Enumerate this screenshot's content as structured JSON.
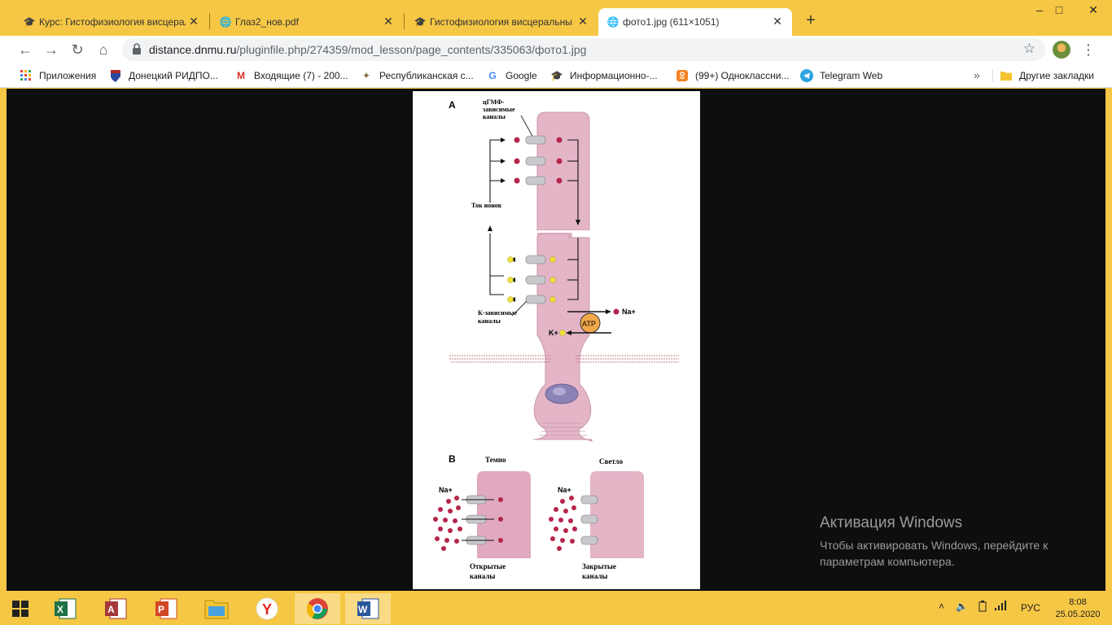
{
  "tabs": [
    {
      "title": "Курс: Гистофизиология висцерал",
      "favicon": "moodle-hat-icon"
    },
    {
      "title": "Глаз2_нов.pdf",
      "favicon": "globe-icon"
    },
    {
      "title": "Гистофизиология висцеральны",
      "favicon": "moodle-hat-icon"
    },
    {
      "title": "фото1.jpg (611×1051)",
      "favicon": "globe-icon"
    }
  ],
  "address": {
    "host": "distance.dnmu.ru",
    "path": "/pluginfile.php/274359/mod_lesson/page_contents/335063/фото1.jpg"
  },
  "bookmarks": [
    {
      "label": "Приложения",
      "icon": "apps-grid-icon"
    },
    {
      "label": "Донецкий РИДПО...",
      "icon": "shield-crest-icon"
    },
    {
      "label": "Входящие (7) - 200...",
      "icon": "gmail-icon"
    },
    {
      "label": "Республиканская с...",
      "icon": "eagle-crest-icon"
    },
    {
      "label": "Google",
      "icon": "google-icon"
    },
    {
      "label": "Информационно-...",
      "icon": "moodle-hat-icon"
    },
    {
      "label": "(99+) Одноклассни...",
      "icon": "odnoklassniki-icon"
    },
    {
      "label": "Telegram Web",
      "icon": "telegram-icon"
    }
  ],
  "other_bookmarks": "Другие закладки",
  "figure": {
    "label_a": "А",
    "cgmp_channels": "цГМФ-\nзависимые\nканалы",
    "ion_current": "Ток ионов",
    "k_channels": "К-зависимые\nканалы",
    "na": "Na+",
    "k": "K+",
    "atp": "ATP",
    "label_b": "В",
    "dark": "Темно",
    "light": "Светло",
    "na_left": "Na+",
    "na_right": "Na+",
    "open_channels": "Открытые\nканалы",
    "closed_channels": "Закрытые\nканалы"
  },
  "activation": {
    "heading": "Активация Windows",
    "body": "Чтобы активировать Windows, перейдите к параметрам компьютера."
  },
  "tray": {
    "lang": "РУС"
  },
  "clock": {
    "time": "8:08",
    "date": "25.05.2020"
  },
  "colors": {
    "frame": "#f6c744",
    "cell": "#e3b5c7",
    "na_dot": "#b5254a",
    "k_dot": "#f0e03a"
  }
}
